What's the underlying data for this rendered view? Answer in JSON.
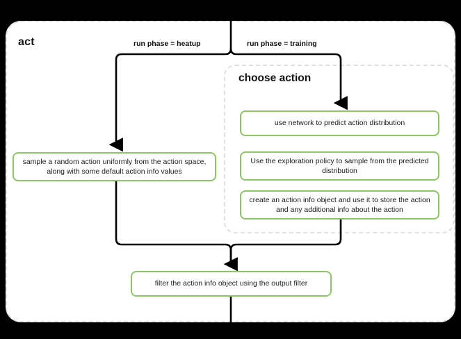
{
  "diagram": {
    "title": "act",
    "background_color": "#000000",
    "container_color": "#ffffff",
    "accent_color": "#8cc765",
    "dashed_border_color": "#e0e0e0",
    "edge_color": "#000000",
    "subgroup": {
      "title": "choose action"
    },
    "edge_labels": {
      "left_branch": "run phase = heatup",
      "right_branch": "run phase = training"
    },
    "nodes": {
      "sample_random_action": "sample a random action uniformly from the action space, along with some default action info values",
      "use_network": "use network to predict action distribution",
      "exploration_policy": "Use the exploration policy to sample from the predicted distribution",
      "create_action_info": "create an action info object and use it to store the action and any additional info about the action",
      "filter_action_info": "filter the action info object using the output filter"
    }
  }
}
